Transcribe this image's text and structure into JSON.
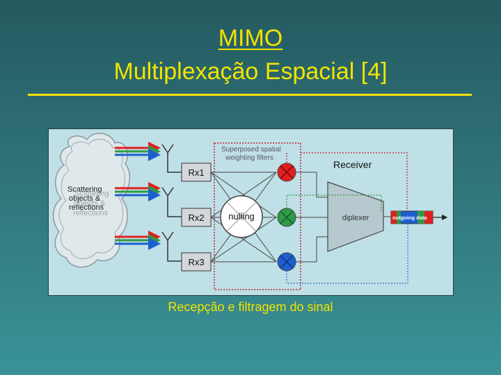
{
  "slide": {
    "title_line1": "MIMO",
    "title_line2": "Multiplexação Espacial [4]",
    "caption": "Recepção e filtragem do sinal"
  },
  "diagram": {
    "scattering_label": [
      "Scattering",
      "objects &",
      "reflections"
    ],
    "superposed_label": [
      "Superposed spatial",
      "weighting filters"
    ],
    "receiver_label": "Receiver",
    "receivers": [
      "Rx1",
      "Rx2",
      "Rx3"
    ],
    "nulling_label": "nulling",
    "diplexer_label": "diplexer",
    "outgoing_label": "outgoing data",
    "colors": {
      "red": "#e02020",
      "green": "#2e9a46",
      "blue": "#1e5fd0",
      "box_fill": "#d3d7dc",
      "dotted_red": "#c0203a",
      "dotted_green": "#2e9a46",
      "dotted_blue": "#2a6ad8"
    }
  }
}
